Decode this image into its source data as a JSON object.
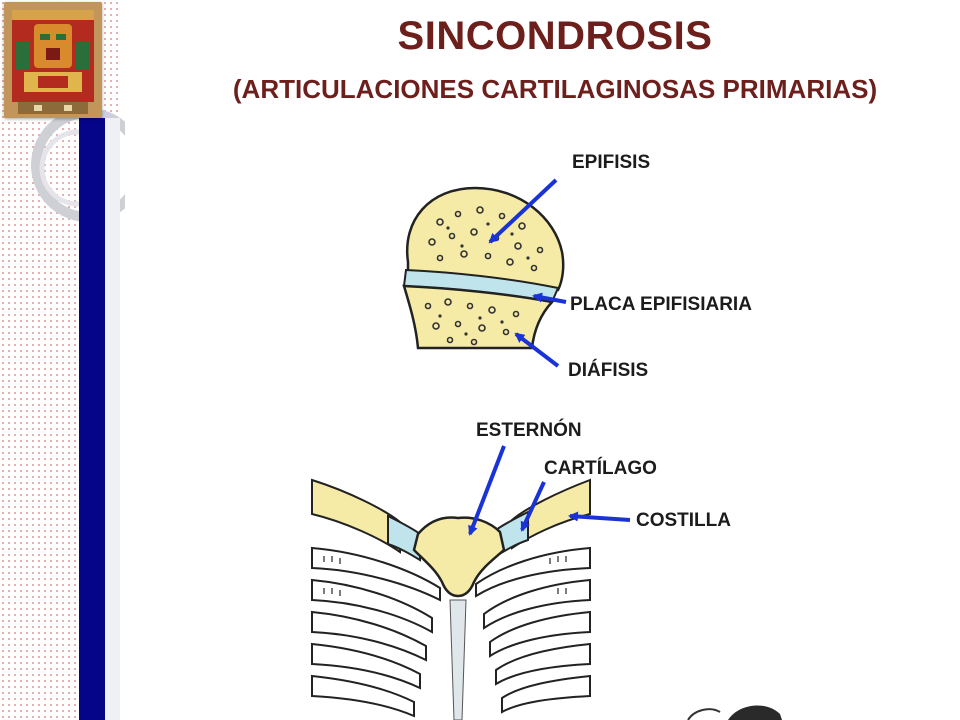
{
  "slide": {
    "title": "SINCONDROSIS",
    "subtitle": "(ARTICULACIONES CARTILAGINOSAS PRIMARIAS)"
  },
  "upper_diagram": {
    "labels": {
      "epifisis": "EPIFISIS",
      "placa": "PLACA EPIFISIARIA",
      "diafisis": "DIÁFISIS"
    }
  },
  "lower_diagram": {
    "labels": {
      "esternon": "ESTERNÓN",
      "cartilago": "CARTÍLAGO",
      "costilla": "COSTILLA"
    }
  },
  "colors": {
    "title": "#6d1f1c",
    "arrow": "#1a33d6",
    "bone": "#f5eba6",
    "cartilage": "#bfe4ec",
    "side_bar": "#05058a"
  }
}
